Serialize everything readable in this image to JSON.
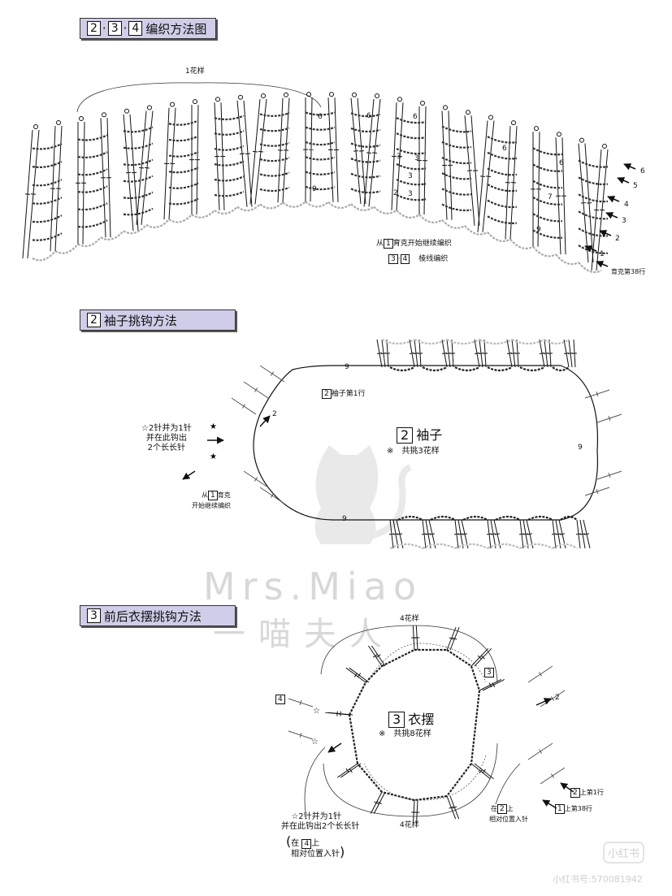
{
  "header1": {
    "n2": "2",
    "n3": "3",
    "n4": "4",
    "sep": "·",
    "title": "编织方法图"
  },
  "header2": {
    "n": "2",
    "title": "袖子挑钩方法"
  },
  "header3": {
    "n": "3",
    "title": "前后衣摆挑钩方法"
  },
  "top": {
    "pattern_label": "1花样",
    "row_labels": [
      "6",
      "5",
      "4",
      "3",
      "2",
      "1",
      "育克第38行"
    ],
    "inner_numbers": [
      "6",
      "6",
      "6",
      "6",
      "3",
      "3",
      "3",
      "2",
      "3",
      "9",
      "9",
      "7",
      "6"
    ],
    "note1_pre": "从",
    "note1_box": "1",
    "note1_post": "育克开始继续编织",
    "note2_box_a": "3",
    "note2_sep": "·",
    "note2_box_b": "4",
    "note2_post": "棱线编织"
  },
  "sleeve": {
    "center_box": "2",
    "center_title": "袖子",
    "center_note": "※　共挑3花样",
    "row1_box": "2",
    "row1_text": "袖子第1行",
    "nine_top": "9",
    "nine_right": "9",
    "nine_bottom": "9",
    "arrow_num": "2",
    "star_note_l1": "☆2针并为1针",
    "star_note_l2": "并在此钩出",
    "star_note_l3": "2个长长针",
    "from_pre": "从",
    "from_box": "1",
    "from_post": "育克",
    "from_l2": "开始继续编织"
  },
  "hem": {
    "top_label": "4花样",
    "bottom_label": "4花样",
    "center_box": "3",
    "center_title": "衣摆",
    "center_note": "※　共挑8花样",
    "box3": "3",
    "box4": "4",
    "arrow_num": "2",
    "r1_box": "2",
    "r1_text": "上第1行",
    "r2_box": "1",
    "r2_text": "上第38行",
    "at_pre": "在",
    "at_box": "2",
    "at_post": "上",
    "at_l2": "相对位置入针",
    "star_l1": "☆2针并为1针",
    "star_l2": "并在此钩出2个长长针",
    "paren_pre": "在",
    "paren_box": "4",
    "paren_post": "上",
    "paren_l2": "相对位置入针"
  },
  "watermark": {
    "latin": "Mrs.Miao",
    "cjk": "一喵夫人",
    "badge": "小红书",
    "id_text": "小红书号:570081942"
  },
  "colors": {
    "header_bg": "#cfcde8",
    "ink": "#111111",
    "watermark": "#d8d8d8"
  }
}
